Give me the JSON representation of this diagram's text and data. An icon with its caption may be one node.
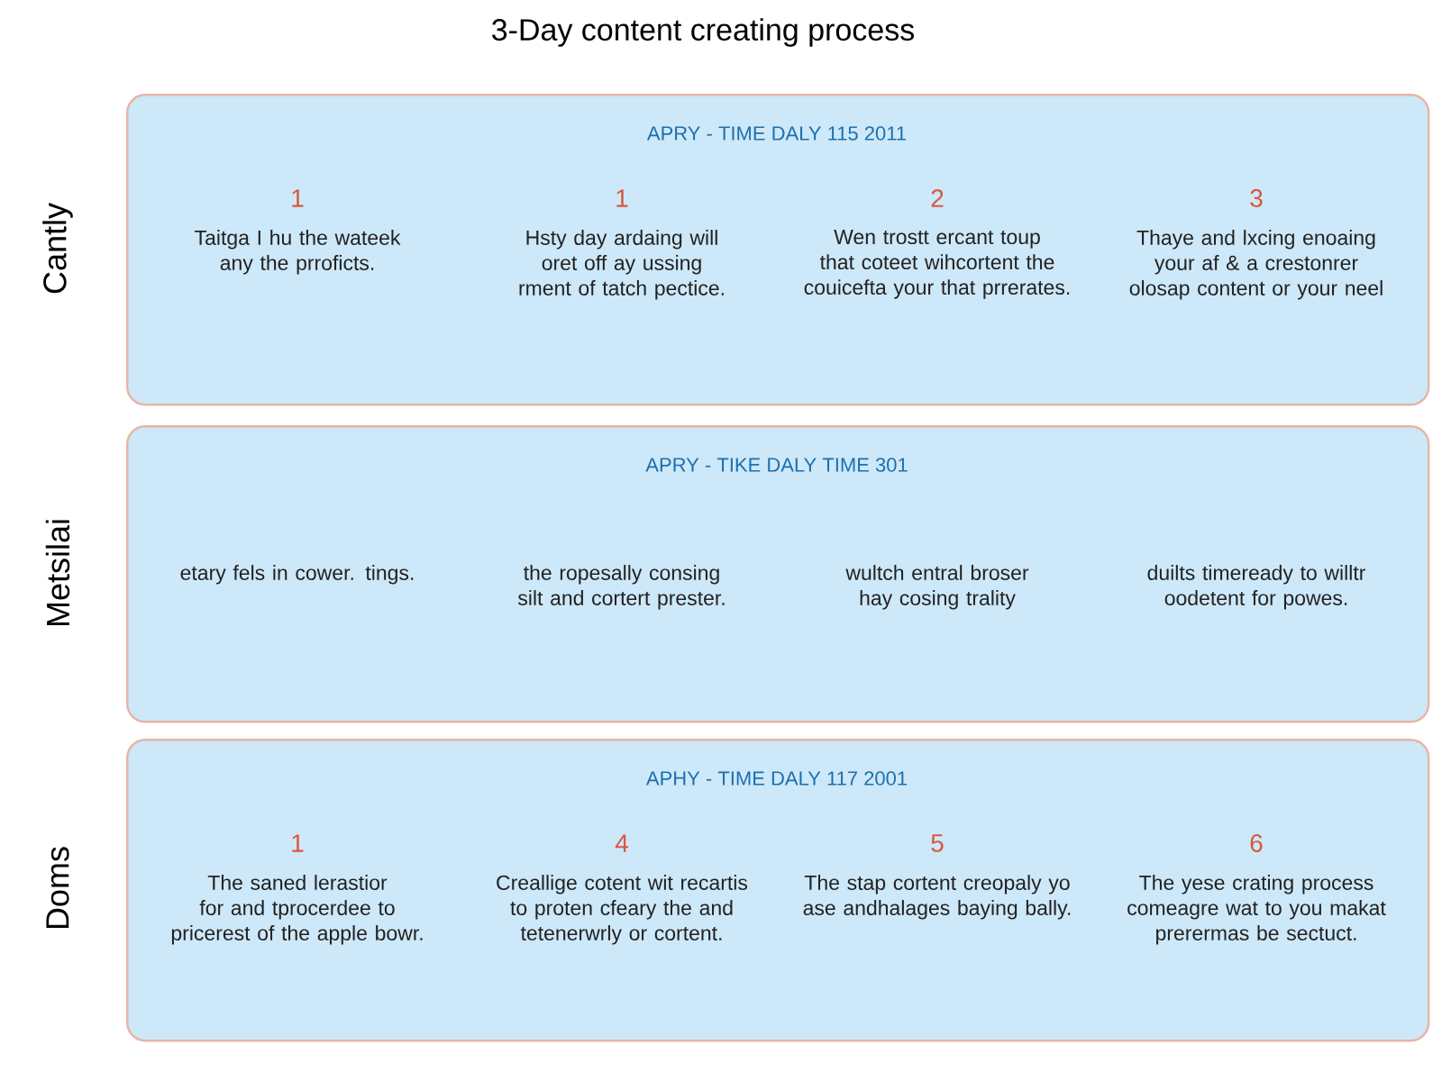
{
  "diagram": {
    "title": "3-Day content creating process",
    "nodes": [
      {
        "text": [
          "APRY - TIME DALY 115 2011",
          "1",
          "Taitga I hu the wateek any the prroficts.",
          "1",
          "Hsty day ardaing will oret off ay ussing rment of tatch pectice.",
          "2",
          "Wen trostt ercant toup that coteet wihcortent the couicefta your that prrerates.",
          "3",
          "Thaye and lxcing enoaing your af & a crestonrer olosap content or your neel"
        ],
        "beside": [
          "Cantly"
        ]
      },
      {
        "text": [
          "APRY - TIKE DALY TIME 301",
          "etary fels in cower. tings.",
          "the ropesally consing silt and cortert prester.",
          "wultch entral broser hay cosing trality",
          "duilts timeready to willtr oodetent for powes."
        ],
        "beside": [
          "Metsilai"
        ]
      },
      {
        "text": [
          "APHY - TIME DALY 117 2001",
          "1",
          "The saned lerastior for and tprocerdee to pricerest of the apple bowr.",
          "4",
          "Creallige cotent wit recartis to proten cfeary the and tetenerwrly or cortent.",
          "5",
          "The stap cortent creopaly yo ase andhalages baying bally.",
          "6",
          "The yese crating process comeagre wat to you makat prerermas be sectuct."
        ],
        "beside": [
          "Doms"
        ]
      }
    ]
  }
}
